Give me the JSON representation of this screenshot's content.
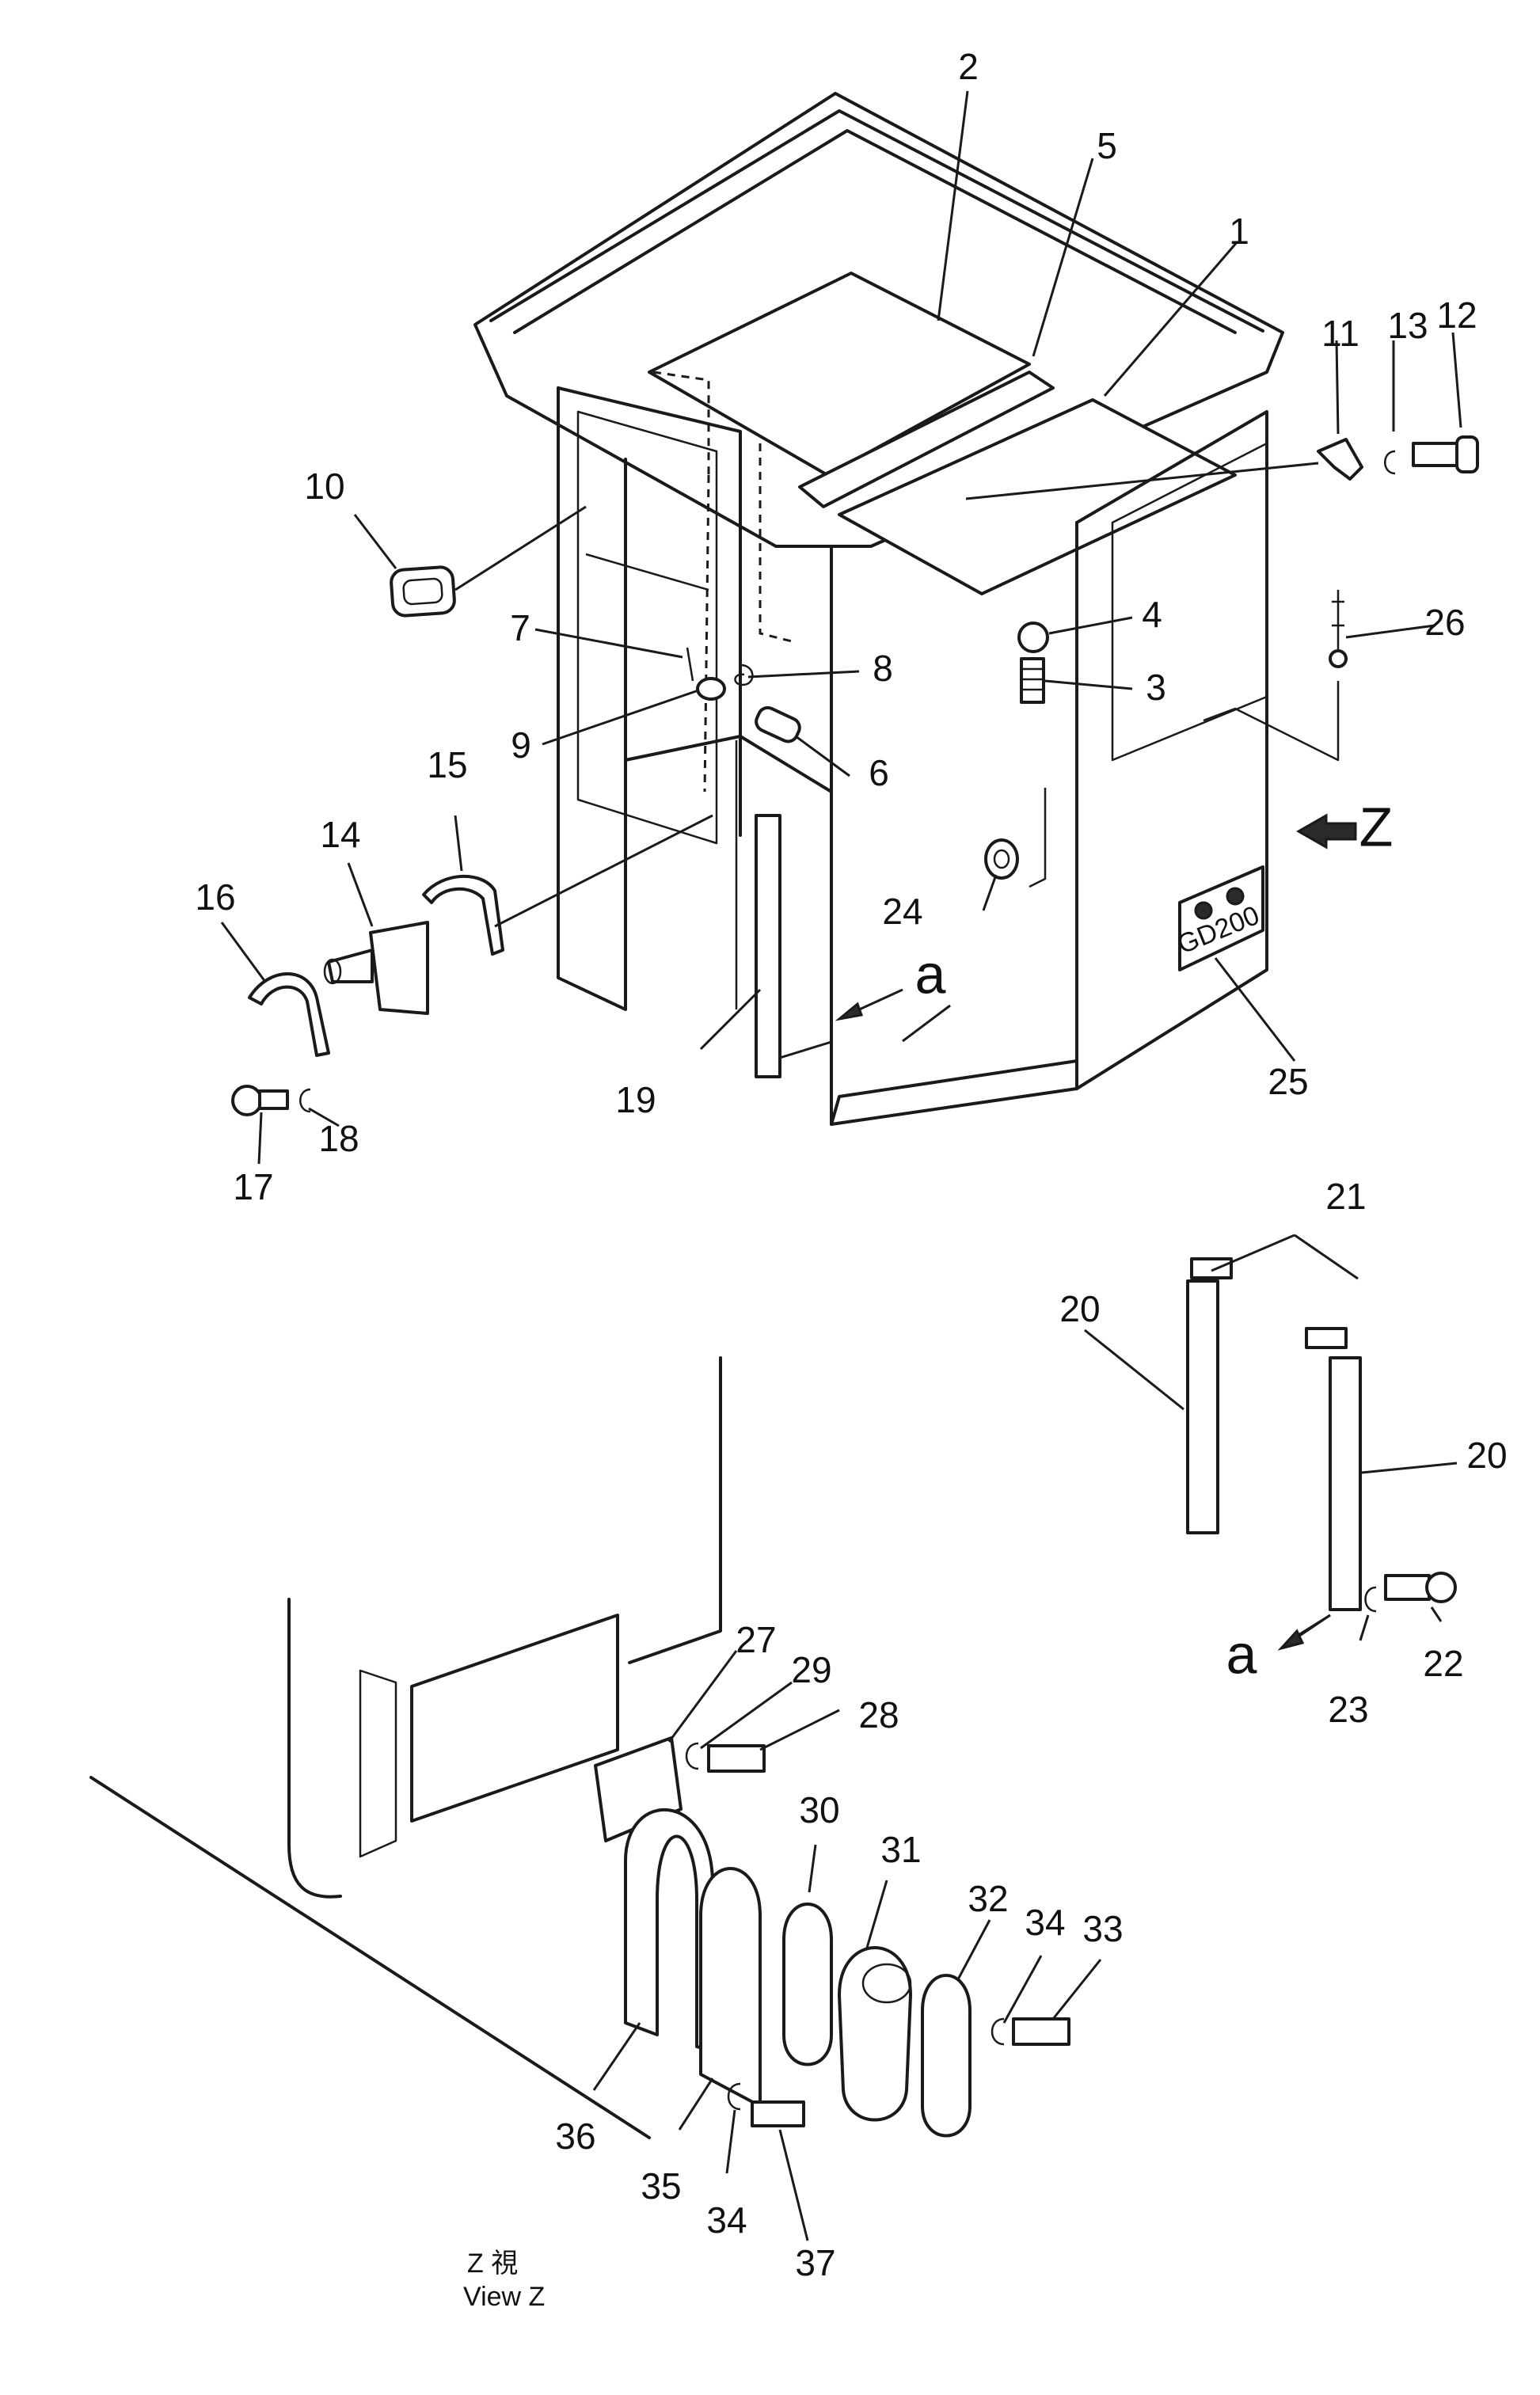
{
  "callouts": [
    "1",
    "2",
    "3",
    "4",
    "5",
    "6",
    "7",
    "8",
    "9",
    "10",
    "11",
    "12",
    "13",
    "14",
    "15",
    "16",
    "17",
    "18",
    "19",
    "20",
    "20",
    "21",
    "22",
    "23",
    "24",
    "25",
    "26",
    "27",
    "28",
    "29",
    "30",
    "31",
    "32",
    "33",
    "34",
    "34",
    "35",
    "36",
    "37"
  ],
  "view_arrow_label": "Z",
  "section_label": "a",
  "section_label_detail": "a",
  "nameplate_text": "GD200",
  "view_caption": {
    "line1": "Z  視",
    "line2": "View  Z"
  }
}
